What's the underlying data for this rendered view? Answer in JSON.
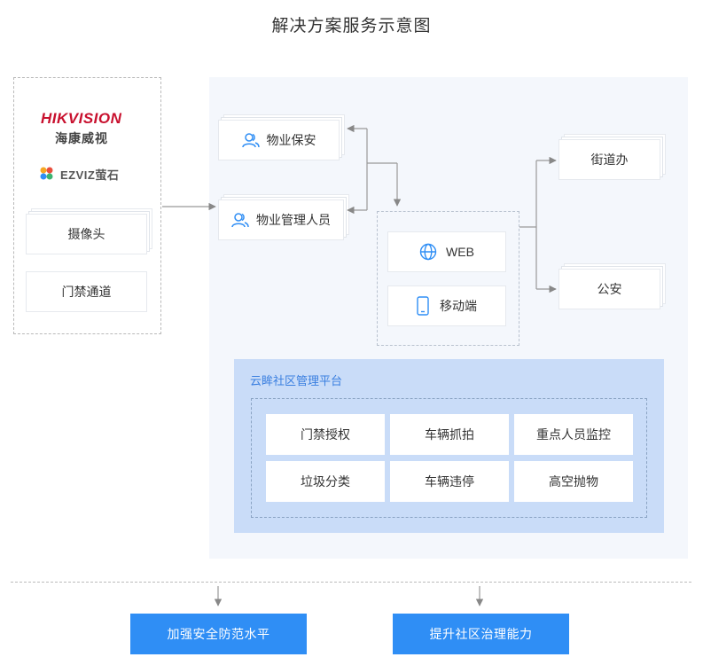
{
  "title": "解决方案服务示意图",
  "brands": {
    "hikvision": "HIKVISION",
    "hikvision_cn": "海康威视",
    "ezviz": "EZVIZ萤石"
  },
  "devices": [
    "摄像头",
    "门禁通道"
  ],
  "roles": [
    "物业保安",
    "物业管理人员"
  ],
  "access": [
    "WEB",
    "移动端"
  ],
  "government": [
    "街道办",
    "公安"
  ],
  "platform": {
    "label": "云眸社区管理平台",
    "modules": [
      "门禁授权",
      "车辆抓拍",
      "重点人员监控",
      "垃圾分类",
      "车辆违停",
      "高空抛物"
    ]
  },
  "outcomes": [
    "加强安全防范水平",
    "提升社区治理能力"
  ],
  "colors": {
    "accent": "#2f8ef5",
    "platform_bg": "#c9dcf8",
    "panel_bg": "#f4f7fc",
    "hikvision_red": "#c8102e"
  },
  "icons": {
    "role": "users-icon",
    "web": "globe-icon",
    "mobile": "mobile-phone-icon",
    "ezviz": "ezviz-logo-icon"
  }
}
